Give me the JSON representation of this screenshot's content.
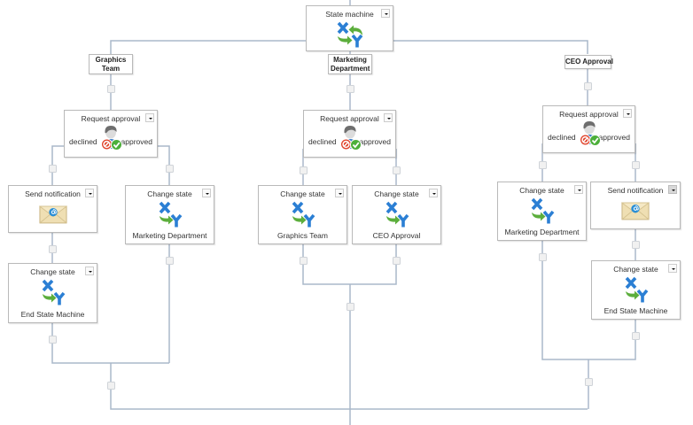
{
  "colors": {
    "connector": "#aab8ca",
    "box_border": "#b9b9b9",
    "xy_blue": "#2b7fd4",
    "arrow_green": "#5cae3c",
    "declined_red": "#e0442c",
    "approved_green": "#4caf3a",
    "envelope": "#efdfb3"
  },
  "root": {
    "title": "State machine",
    "icon": "state-machine-icon"
  },
  "states": [
    {
      "label": "Graphics Team",
      "request_approval": {
        "title": "Request approval",
        "declined_label": "declined",
        "approved_label": "approved",
        "icon": "approval-person-icon"
      },
      "declined": [
        {
          "kind": "send-notification",
          "title": "Send notification",
          "icon": "envelope-icon"
        },
        {
          "kind": "change-state",
          "title": "Change state",
          "target": "End State Machine",
          "icon": "change-state-icon"
        }
      ],
      "approved": [
        {
          "kind": "change-state",
          "title": "Change state",
          "target": "Marketing Department",
          "icon": "change-state-icon"
        }
      ]
    },
    {
      "label": "Marketing Department",
      "request_approval": {
        "title": "Request approval",
        "declined_label": "declined",
        "approved_label": "approved",
        "icon": "approval-person-icon"
      },
      "declined": [
        {
          "kind": "change-state",
          "title": "Change state",
          "target": "Graphics Team",
          "icon": "change-state-icon"
        }
      ],
      "approved": [
        {
          "kind": "change-state",
          "title": "Change state",
          "target": "CEO Approval",
          "icon": "change-state-icon"
        }
      ]
    },
    {
      "label": "CEO Approval",
      "request_approval": {
        "title": "Request approval",
        "declined_label": "declined",
        "approved_label": "approved",
        "icon": "approval-person-icon"
      },
      "declined": [
        {
          "kind": "change-state",
          "title": "Change state",
          "target": "Marketing Department",
          "icon": "change-state-icon"
        }
      ],
      "approved": [
        {
          "kind": "send-notification",
          "title": "Send notification",
          "icon": "envelope-icon"
        },
        {
          "kind": "change-state",
          "title": "Change state",
          "target": "End State Machine",
          "icon": "change-state-icon"
        }
      ]
    }
  ]
}
